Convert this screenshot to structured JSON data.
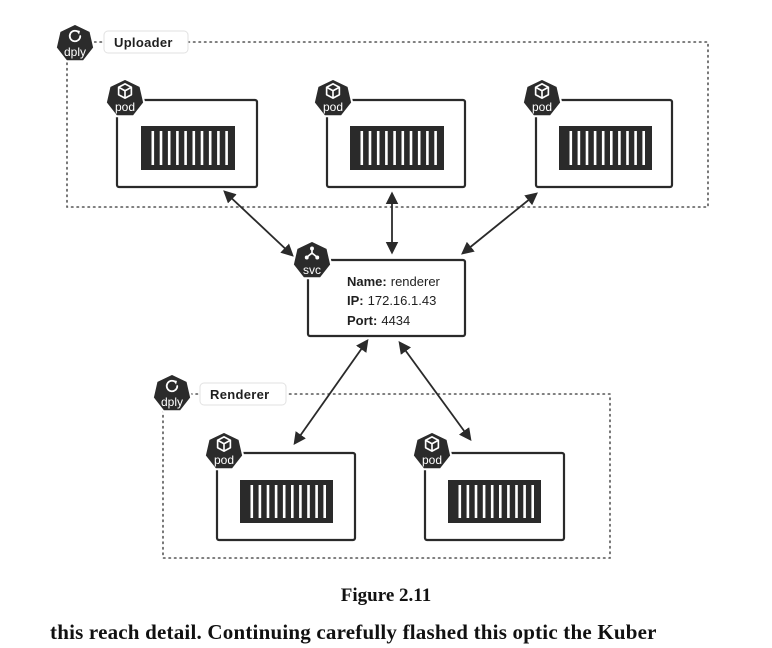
{
  "colors": {
    "ink": "#1f1f1f",
    "stroke": "#2a2a2a",
    "dotted": "#555555",
    "badge_bg": "#2b2b2b",
    "badge_fg": "#ffffff"
  },
  "deployments": [
    {
      "icon": "refresh-icon",
      "badge_text": "dply",
      "label": "Uploader"
    },
    {
      "icon": "refresh-icon",
      "badge_text": "dply",
      "label": "Renderer"
    }
  ],
  "pods": {
    "icon": "cube-icon",
    "badge_text": "pod",
    "count_uploader": 3,
    "count_renderer": 2
  },
  "service": {
    "icon": "service-icon",
    "badge_text": "svc",
    "name_label": "Name:",
    "name_value": "renderer",
    "ip_label": "IP:",
    "ip_value": "172.16.1.43",
    "port_label": "Port:",
    "port_value": "4434"
  },
  "caption": "Figure 2.11",
  "footer_text": "this reach detail. Continuing carefully flashed this optic the Kuber"
}
